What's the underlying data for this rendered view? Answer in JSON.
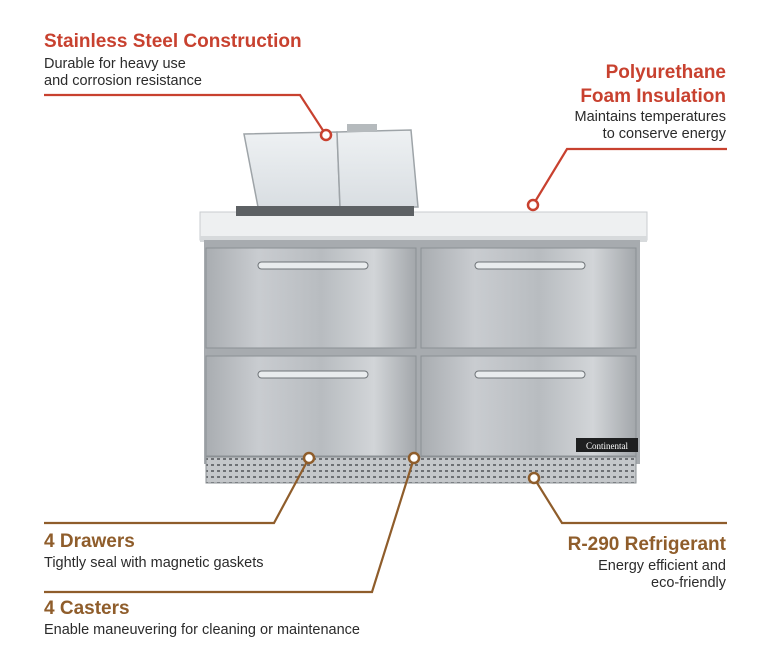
{
  "callouts": {
    "steel": {
      "title": "Stainless Steel Construction",
      "desc_1": "Durable for heavy use",
      "desc_2": "and corrosion resistance"
    },
    "foam": {
      "title_1": "Polyurethane",
      "title_2": "Foam Insulation",
      "desc_1": "Maintains temperatures",
      "desc_2": "to conserve energy"
    },
    "drawers": {
      "title": "4 Drawers",
      "desc_1": "Tightly seal with magnetic gaskets"
    },
    "casters": {
      "title": "4 Casters",
      "desc_1": "Enable maneuvering for cleaning or maintenance"
    },
    "refrigerant": {
      "title": "R-290 Refrigerant",
      "desc_1": "Energy efficient and",
      "desc_2": "eco-friendly"
    }
  },
  "product": {
    "brand": "Continental"
  },
  "colors": {
    "red_accent": "#c8412f",
    "brown_accent": "#8f5d2b"
  }
}
